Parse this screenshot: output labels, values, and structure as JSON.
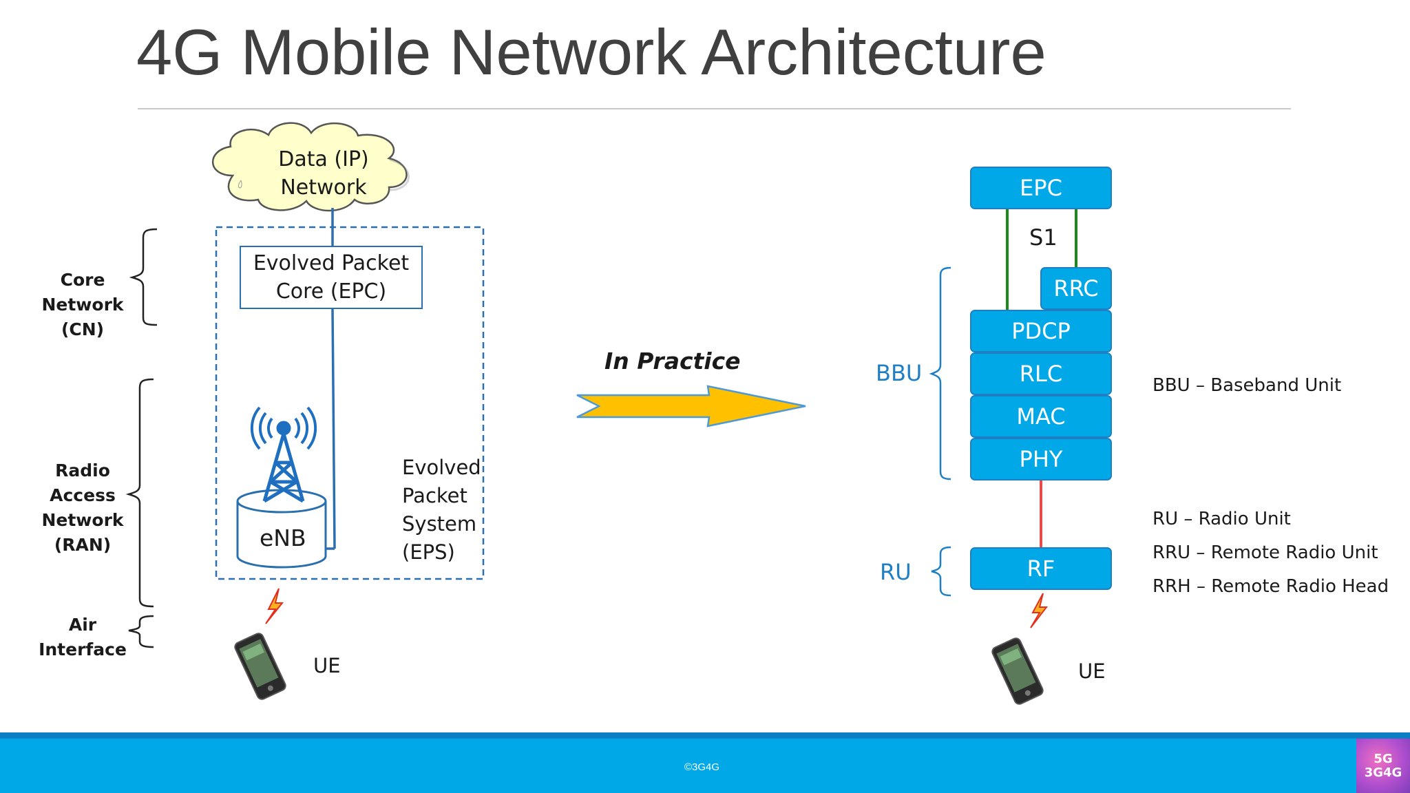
{
  "title": "4G Mobile Network Architecture",
  "left": {
    "cloud": [
      "Data (IP)",
      "Network"
    ],
    "epc": [
      "Evolved Packet",
      "Core (EPC)"
    ],
    "enb": "eNB",
    "eps": [
      "Evolved",
      "Packet",
      "System",
      "(EPS)"
    ],
    "ue": "UE",
    "side_labels": {
      "core": [
        "Core",
        "Network",
        "(CN)"
      ],
      "ran": [
        "Radio",
        "Access",
        "Network",
        "(RAN)"
      ],
      "air": [
        "Air",
        "Interface"
      ]
    }
  },
  "arrow_label": "In Practice",
  "right": {
    "stack": {
      "epc": "EPC",
      "s1": "S1",
      "rrc": "RRC",
      "pdcp": "PDCP",
      "rlc": "RLC",
      "mac": "MAC",
      "phy": "PHY",
      "rf": "RF"
    },
    "bbu_label": "BBU",
    "ru_label": "RU",
    "ue": "UE",
    "definitions": {
      "bbu": "BBU – Baseband Unit",
      "ru": "RU – Radio Unit",
      "rru": "RRU – Remote Radio Unit",
      "rrh": "RRH – Remote Radio Head"
    }
  },
  "footer": {
    "copyright": "©3G4G",
    "logo_line1": "5G",
    "logo_line2": "3G4G"
  },
  "colors": {
    "accent_blue": "#00a8e8",
    "box_border": "#1f7fc4",
    "arrow_fill": "#ffc000",
    "s1_line": "#1a8a1a",
    "fronthaul_line": "#e84c4c",
    "cloud_fill": "#ffffcc"
  },
  "icons": {
    "tower": "cell-tower-icon",
    "lightning": "lightning-bolt-icon",
    "phone": "smartphone-icon"
  }
}
